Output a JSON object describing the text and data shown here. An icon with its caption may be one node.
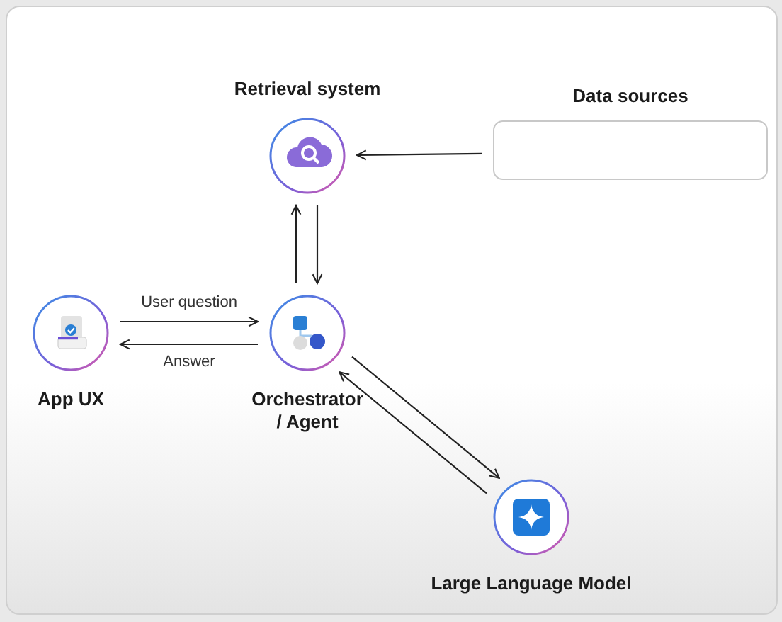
{
  "diagram": {
    "nodes": [
      {
        "text": [
          "Retrieval system"
        ]
      },
      {
        "text": [
          "Data sources"
        ]
      },
      {
        "text": [
          "App UX"
        ]
      },
      {
        "text": [
          "Orchestrator / Agent"
        ]
      },
      {
        "text": [
          "Large Language Model"
        ]
      }
    ],
    "edges": [
      {
        "from": 1,
        "to": 0,
        "arrow": "to"
      },
      {
        "from": 3,
        "to": 0,
        "arrow": "to"
      },
      {
        "from": 0,
        "to": 3,
        "arrow": "to"
      },
      {
        "from": 2,
        "to": 3,
        "arrow": "to",
        "label": "User question"
      },
      {
        "from": 3,
        "to": 2,
        "arrow": "to",
        "label": "Answer"
      },
      {
        "from": 3,
        "to": 4,
        "arrow": "to"
      },
      {
        "from": 4,
        "to": 3,
        "arrow": "to"
      }
    ]
  }
}
